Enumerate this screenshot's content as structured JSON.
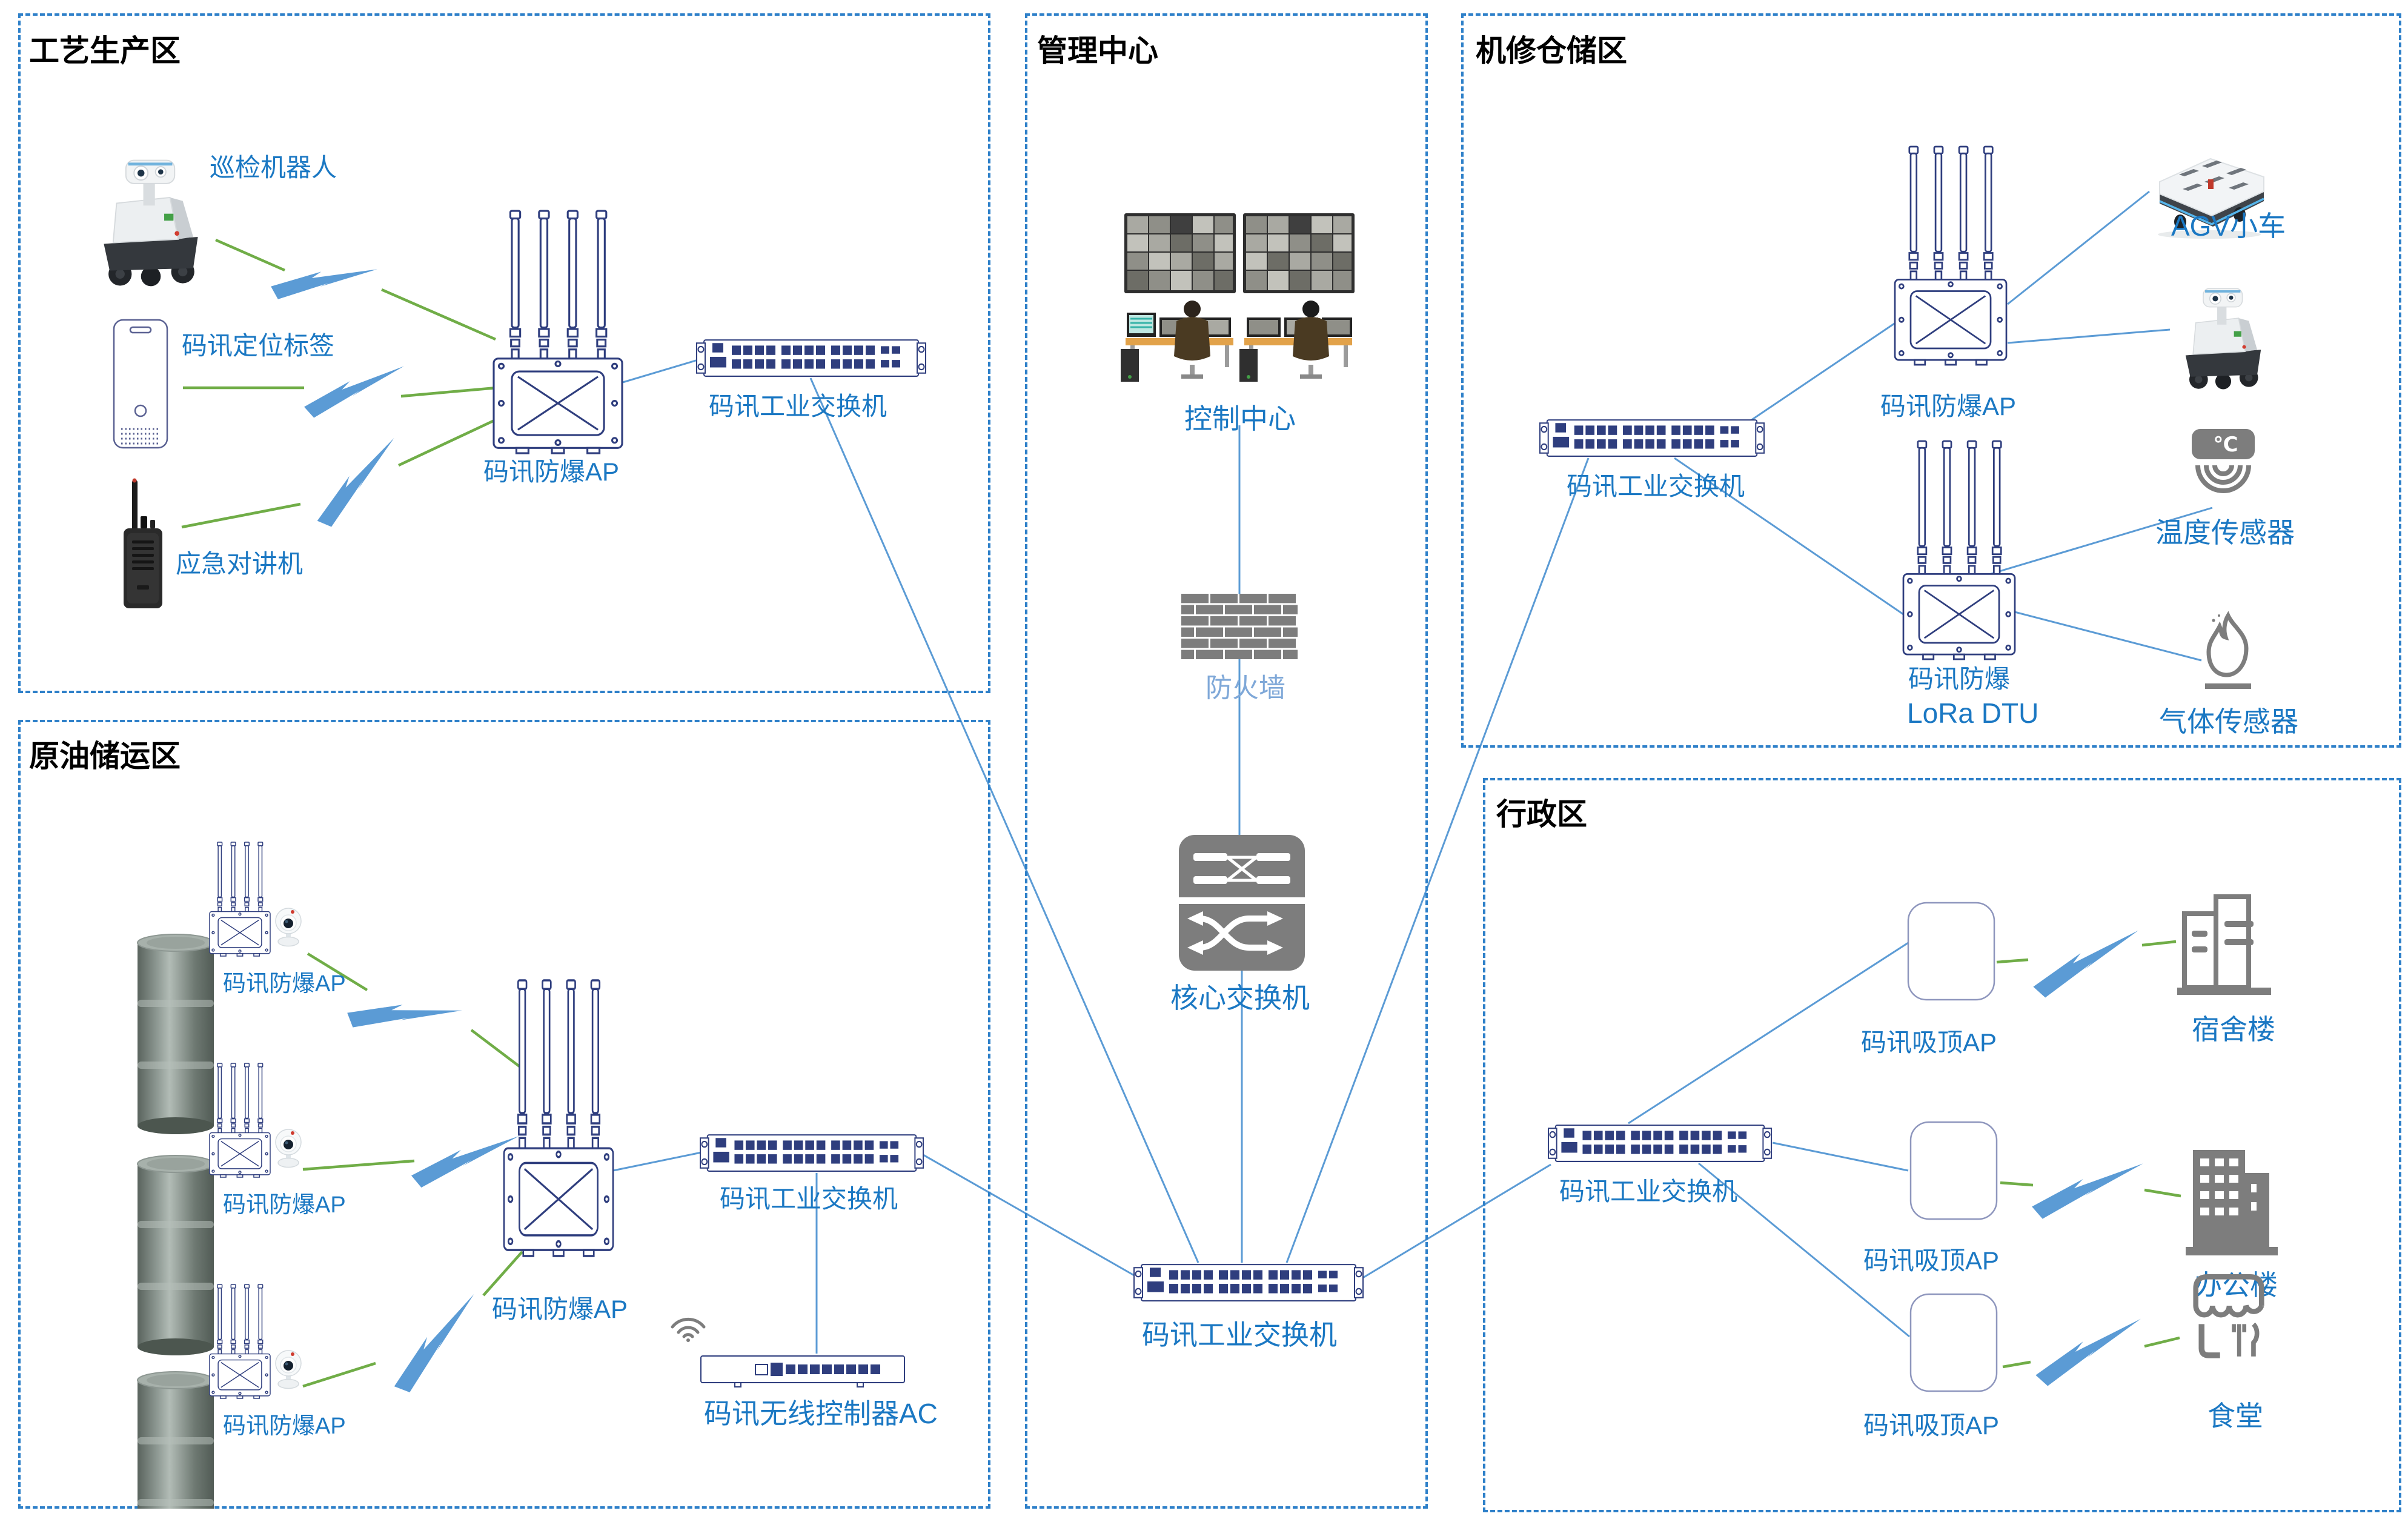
{
  "zones": {
    "process": {
      "title": "工艺生产区"
    },
    "crude": {
      "title": "原油储运区"
    },
    "mgmt": {
      "title": "管理中心"
    },
    "repair": {
      "title": "机修仓储区"
    },
    "admin": {
      "title": "行政区"
    }
  },
  "nodes": {
    "process_robot": {
      "label": "巡检机器人"
    },
    "process_tag": {
      "label": "码讯定位标签"
    },
    "process_walkie": {
      "label": "应急对讲机"
    },
    "process_ap": {
      "label": "码讯防爆AP"
    },
    "process_switch": {
      "label": "码讯工业交换机"
    },
    "mgmt_control": {
      "label": "控制中心"
    },
    "mgmt_firewall": {
      "label": "防火墙"
    },
    "mgmt_core": {
      "label": "核心交换机"
    },
    "center_switch": {
      "label": "码讯工业交换机"
    },
    "crude_ap1": {
      "label": "码讯防爆AP"
    },
    "crude_ap2": {
      "label": "码讯防爆AP"
    },
    "crude_ap3": {
      "label": "码讯防爆AP"
    },
    "crude_main_ap": {
      "label": "码讯防爆AP"
    },
    "crude_switch": {
      "label": "码讯工业交换机"
    },
    "crude_ac": {
      "label": "码讯无线控制器AC"
    },
    "repair_switch": {
      "label": "码讯工业交换机"
    },
    "repair_ap": {
      "label": "码讯防爆AP"
    },
    "repair_agv": {
      "label": "AGV小车"
    },
    "repair_lora": {
      "label_line1": "码讯防爆",
      "label_line2": "LoRa DTU"
    },
    "repair_temp": {
      "label": "温度传感器"
    },
    "repair_gas": {
      "label": "气体传感器"
    },
    "admin_switch": {
      "label": "码讯工业交换机"
    },
    "admin_ap_dorm": {
      "label": "码讯吸顶AP"
    },
    "admin_ap_office": {
      "label": "码讯吸顶AP"
    },
    "admin_ap_canteen": {
      "label": "码讯吸顶AP"
    },
    "admin_dorm": {
      "label": "宿舍楼"
    },
    "admin_office": {
      "label": "办公楼"
    },
    "admin_canteen": {
      "label": "食堂"
    }
  },
  "icons": {
    "temp_unit": "℃"
  },
  "colors": {
    "label_blue": "#1B78C3",
    "firewall_label_blue": "#7FA8D8",
    "line_blue": "#5B9BD5",
    "wireless_green": "#70AD47",
    "zone_border_blue": "#2E80C9",
    "device_outline_navy": "#2F3E7E",
    "icon_gray": "#7D7D7D"
  }
}
